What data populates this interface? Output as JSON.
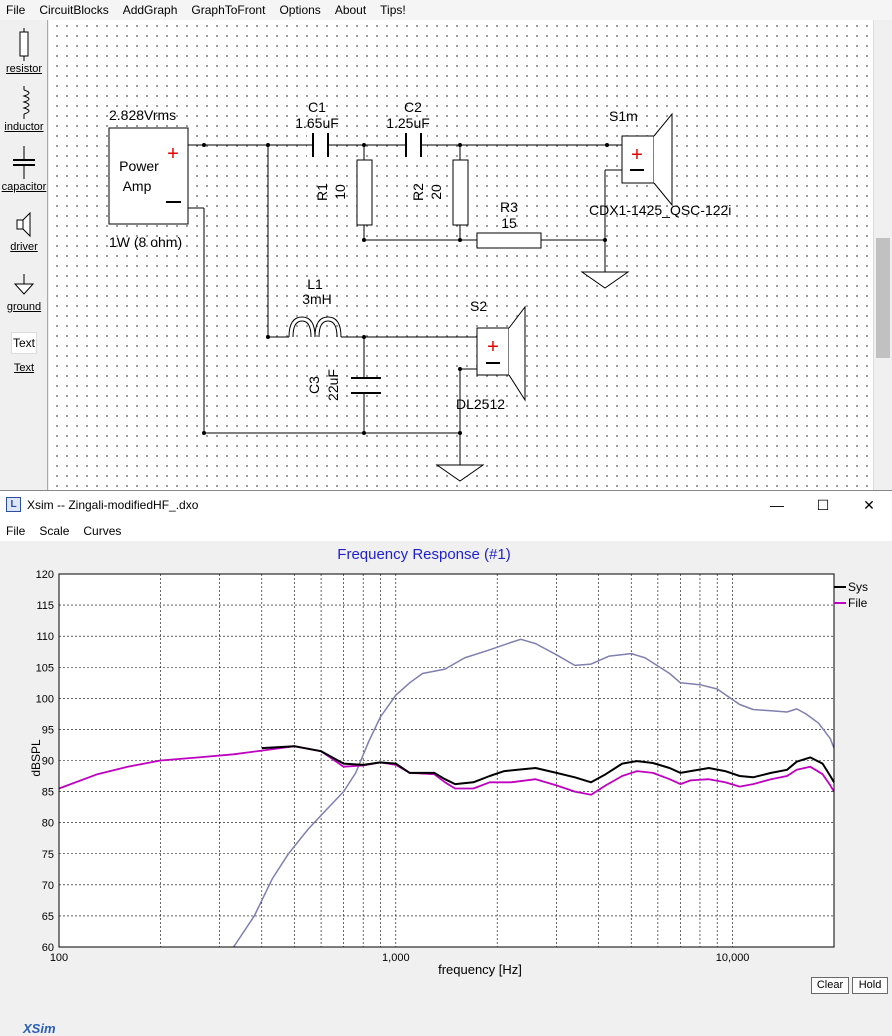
{
  "top_menu": [
    "File",
    "CircuitBlocks",
    "AddGraph",
    "GraphToFront",
    "Options",
    "About",
    "Tips!"
  ],
  "palette": [
    {
      "label": "resistor",
      "icon": "resistor-icon"
    },
    {
      "label": "inductor",
      "icon": "inductor-icon"
    },
    {
      "label": "capacitor",
      "icon": "capacitor-icon"
    },
    {
      "label": "driver",
      "icon": "driver-icon"
    },
    {
      "label": "ground",
      "icon": "ground-icon"
    },
    {
      "label": "Text",
      "icon": "text-icon",
      "box_text": "Text"
    }
  ],
  "schematic": {
    "amp": {
      "voltage": "2.828Vrms",
      "name_line1": "Power",
      "name_line2": "Amp",
      "power": "1W (8 ohm)"
    },
    "c1": {
      "name": "C1",
      "value": "1.65uF"
    },
    "c2": {
      "name": "C2",
      "value": "1.25uF"
    },
    "r1": {
      "name": "R1",
      "value": "10"
    },
    "r2": {
      "name": "R2",
      "value": "20"
    },
    "r3": {
      "name": "R3",
      "value": "15"
    },
    "s1": {
      "name": "S1m",
      "model": "CDX1-1425_QSC-122i"
    },
    "l1": {
      "name": "L1",
      "value": "3mH"
    },
    "c3": {
      "name": "C3",
      "value": "22uF"
    },
    "s2": {
      "name": "S2",
      "model": "DL2512"
    },
    "plus": "+",
    "minus": "−"
  },
  "xsim": {
    "title": "Xsim -- Zingali-modifiedHF_.dxo",
    "menu": [
      "File",
      "Scale",
      "Curves"
    ],
    "logo": "XSim",
    "buttons": {
      "clear": "Clear",
      "hold": "Hold"
    },
    "window_controls": {
      "minimize": "—",
      "maximize": "☐",
      "close": "✕"
    }
  },
  "chart_data": {
    "type": "line",
    "title": "Frequency Response (#1)",
    "xlabel": "frequency [Hz]",
    "ylabel": "dBSPL",
    "xscale": "log",
    "xlim": [
      100,
      20000
    ],
    "ylim": [
      60,
      120
    ],
    "x_tick_labels": [
      {
        "value": 100,
        "label": "100"
      },
      {
        "value": 1000,
        "label": "1,000"
      },
      {
        "value": 10000,
        "label": "10,000"
      }
    ],
    "y_ticks": [
      60,
      65,
      70,
      75,
      80,
      85,
      90,
      95,
      100,
      105,
      110,
      115,
      120
    ],
    "grid": true,
    "legend_position": "top-right",
    "series": [
      {
        "name": "Sys",
        "color": "#000000",
        "in_legend": true,
        "points": [
          [
            400,
            92
          ],
          [
            500,
            92.3
          ],
          [
            600,
            91.5
          ],
          [
            700,
            89.5
          ],
          [
            800,
            89.3
          ],
          [
            900,
            89.7
          ],
          [
            1000,
            89.5
          ],
          [
            1100,
            88
          ],
          [
            1300,
            88
          ],
          [
            1400,
            87
          ],
          [
            1500,
            86.2
          ],
          [
            1700,
            86.5
          ],
          [
            1900,
            87.5
          ],
          [
            2100,
            88.3
          ],
          [
            2300,
            88.5
          ],
          [
            2600,
            88.8
          ],
          [
            3000,
            88
          ],
          [
            3400,
            87.3
          ],
          [
            3800,
            86.5
          ],
          [
            4200,
            87.8
          ],
          [
            4700,
            89.5
          ],
          [
            5200,
            89.9
          ],
          [
            5800,
            89.6
          ],
          [
            6500,
            88.8
          ],
          [
            7000,
            88
          ],
          [
            7500,
            88.3
          ],
          [
            8500,
            88.8
          ],
          [
            9500,
            88.3
          ],
          [
            10500,
            87.5
          ],
          [
            11500,
            87.3
          ],
          [
            13000,
            88
          ],
          [
            14500,
            88.5
          ],
          [
            15500,
            89.8
          ],
          [
            17000,
            90.5
          ],
          [
            18500,
            89.5
          ],
          [
            19500,
            87.5
          ],
          [
            20000,
            86.5
          ]
        ]
      },
      {
        "name": "File",
        "color": "#c000c0",
        "in_legend": true,
        "points": [
          [
            100,
            85.5
          ],
          [
            130,
            87.8
          ],
          [
            160,
            89
          ],
          [
            200,
            90
          ],
          [
            260,
            90.5
          ],
          [
            330,
            91
          ],
          [
            400,
            91.6
          ],
          [
            500,
            92.3
          ],
          [
            600,
            91.5
          ],
          [
            700,
            89
          ],
          [
            800,
            89.2
          ],
          [
            900,
            89.7
          ],
          [
            1000,
            89.3
          ],
          [
            1100,
            88
          ],
          [
            1300,
            87.8
          ],
          [
            1400,
            86.5
          ],
          [
            1500,
            85.5
          ],
          [
            1700,
            85.5
          ],
          [
            1900,
            86.5
          ],
          [
            2200,
            86.5
          ],
          [
            2600,
            87
          ],
          [
            3000,
            86
          ],
          [
            3400,
            85
          ],
          [
            3800,
            84.5
          ],
          [
            4200,
            86
          ],
          [
            4700,
            87.5
          ],
          [
            5200,
            88.3
          ],
          [
            5800,
            88
          ],
          [
            6500,
            87
          ],
          [
            7000,
            86.2
          ],
          [
            7500,
            86.8
          ],
          [
            8500,
            87
          ],
          [
            9500,
            86.5
          ],
          [
            10500,
            85.8
          ],
          [
            11500,
            86.2
          ],
          [
            13000,
            87
          ],
          [
            14500,
            87.5
          ],
          [
            15500,
            88.5
          ],
          [
            17000,
            89
          ],
          [
            18500,
            87.8
          ],
          [
            19500,
            86
          ],
          [
            20000,
            85
          ]
        ]
      },
      {
        "name": "",
        "color": "#7f7fb0",
        "in_legend": false,
        "points": [
          [
            330,
            60
          ],
          [
            380,
            65
          ],
          [
            430,
            71
          ],
          [
            480,
            75
          ],
          [
            550,
            79
          ],
          [
            620,
            82
          ],
          [
            700,
            85
          ],
          [
            760,
            88
          ],
          [
            830,
            93
          ],
          [
            900,
            97
          ],
          [
            1000,
            100.5
          ],
          [
            1100,
            102.5
          ],
          [
            1200,
            104
          ],
          [
            1400,
            104.7
          ],
          [
            1600,
            106.5
          ],
          [
            1900,
            107.8
          ],
          [
            2200,
            109
          ],
          [
            2350,
            109.5
          ],
          [
            2600,
            108.8
          ],
          [
            3000,
            107
          ],
          [
            3400,
            105.3
          ],
          [
            3800,
            105.5
          ],
          [
            4300,
            106.8
          ],
          [
            5000,
            107.2
          ],
          [
            5500,
            106.5
          ],
          [
            6500,
            104
          ],
          [
            7000,
            102.5
          ],
          [
            8000,
            102.2
          ],
          [
            9000,
            101.5
          ],
          [
            10500,
            99
          ],
          [
            11500,
            98.2
          ],
          [
            13000,
            98
          ],
          [
            14500,
            97.8
          ],
          [
            15500,
            98.3
          ],
          [
            16500,
            97.5
          ],
          [
            18000,
            96
          ],
          [
            19500,
            93.5
          ],
          [
            20000,
            92
          ]
        ]
      }
    ]
  }
}
